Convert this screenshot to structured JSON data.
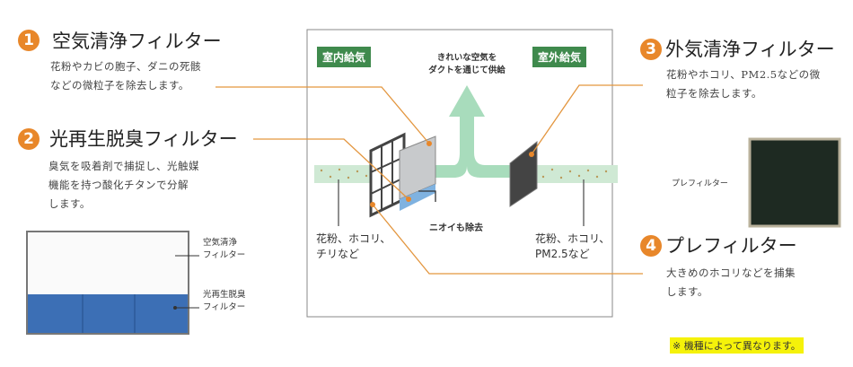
{
  "items": [
    {
      "number": "1",
      "title": "空気清浄フィルター",
      "desc": "花粉やカビの胞子、ダニの死骸\nなどの微粒子を除去します。"
    },
    {
      "number": "2",
      "title": "光再生脱臭フィルター",
      "desc": "臭気を吸着剤で捕捉し、光触媒\n機能を持つ酸化チタンで分解\nします。"
    },
    {
      "number": "3",
      "title": "外気清浄フィルター",
      "desc": "花粉やホコリ、PM2.5などの微\n粒子を除去します。"
    },
    {
      "number": "4",
      "title": "プレフィルター",
      "desc": "大きめのホコリなどを捕集\nします。"
    }
  ],
  "filter_photo_labels": {
    "top": "空気清浄\nフィルター",
    "bottom": "光再生脱臭\nフィルター"
  },
  "prefilter_photo_label": "プレフィルター",
  "diagram": {
    "indoor_tag": "室内給気",
    "outdoor_tag": "室外給気",
    "supply_text": "きれいな空気を\nダクトを通じて供給",
    "odor_text": "ニオイも除去",
    "left_particles": "花粉、ホコリ、\nチリなど",
    "right_particles": "花粉、ホコリ、\nPM2.5など"
  },
  "note": "※ 機種によって異なります。",
  "colors": {
    "accent": "#e8872a",
    "green_tag": "#3f8a4d",
    "arrow": "#9fd9b5",
    "highlight": "#f5f20a"
  }
}
